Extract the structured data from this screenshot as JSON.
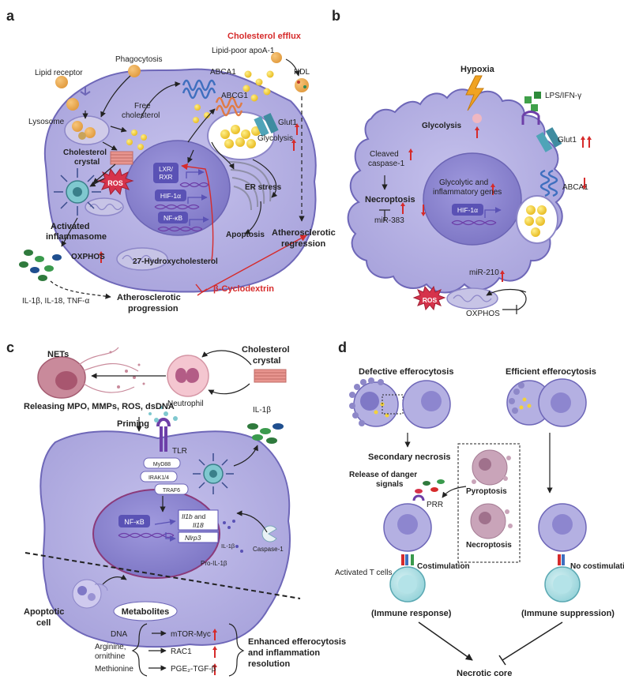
{
  "panel_a": {
    "letter": "a",
    "cholesterol_efflux": "Cholesterol efflux",
    "lipid_poor_apoa1": "Lipid-poor apoA-1",
    "hdl": "HDL",
    "phagocytosis": "Phagocytosis",
    "lipid_receptor": "Lipid receptor",
    "lysosome": "Lysosome",
    "free_cholesterol_1": "Free",
    "free_cholesterol_2": "cholesterol",
    "abca1": "ABCA1",
    "abcg1": "ABCG1",
    "glut1": "Glut1",
    "glycolysis": "Glycolysis",
    "cholesterol_crystal_1": "Cholesterol",
    "cholesterol_crystal_2": "crystal",
    "lxr_rxr_1": "LXR/",
    "lxr_rxr_2": "RXR",
    "hif1a": "HIF-1α",
    "nfkb": "NF-κB",
    "ros": "ROS",
    "er_stress": "ER stress",
    "apoptosis": "Apoptosis",
    "activated_inflammasome_1": "Activated",
    "activated_inflammasome_2": "inflammasome",
    "oxphos": "OXPHOS",
    "hydroxycholesterol": "27-Hydroxycholesterol",
    "athero_regression_1": "Atherosclerotic",
    "athero_regression_2": "regression",
    "cyclodextrin": "β-Cyclodextrin",
    "cytokines": "IL-1β, IL-18, TNF-α",
    "athero_progression_1": "Atherosclerotic",
    "athero_progression_2": "progression"
  },
  "panel_b": {
    "letter": "b",
    "hypoxia": "Hypoxia",
    "lps_ifn": "LPS/IFN-γ",
    "glycolysis": "Glycolysis",
    "glut1": "Glut1",
    "cleaved_caspase_1": "Cleaved",
    "cleaved_caspase_2": "caspase-1",
    "glycolytic_genes_1": "Glycolytic and",
    "glycolytic_genes_2": "inflammatory genes",
    "abca1": "ABCA1",
    "necroptosis": "Necroptosis",
    "hif1a": "HIF-1α",
    "mir383": "miR-383",
    "ros": "ROS",
    "mir210": "miR-210",
    "oxphos": "OXPHOS"
  },
  "panel_c": {
    "letter": "c",
    "nets": "NETs",
    "neutrophil": "Neutrophil",
    "cholesterol_crystal_1": "Cholesterol",
    "cholesterol_crystal_2": "crystal",
    "releasing": "Releasing MPO, MMPs, ROS, dsDNA",
    "priming": "Priming",
    "tlr": "TLR",
    "il1b": "IL-1β",
    "myd88": "MyD88",
    "irak": "IRAK1/4",
    "traf6": "TRAF6",
    "nfkb": "NF-κB",
    "il1b_gene": "Il1b",
    "and": " and",
    "il18_gene": "Il18",
    "nlrp3_gene": "Nlrp3",
    "il1b_small": "IL-1β",
    "pro_il1b": "Pro-IL-1β",
    "caspase1": "Caspase-1",
    "apoptotic_cell_1": "Apoptotic",
    "apoptotic_cell_2": "cell",
    "metabolites": "Metabolites",
    "dna": "DNA",
    "mtor": "mTOR-Myc",
    "arginine_1": "Arginine,",
    "arginine_2": "ornithine",
    "rac1": "RAC1",
    "methionine": "Methionine",
    "pge2": "PGE₂-TGF-β",
    "enhanced_1": "Enhanced efferocytosis",
    "enhanced_2": "and inflammation",
    "enhanced_3": "resolution"
  },
  "panel_d": {
    "letter": "d",
    "defective": "Defective efferocytosis",
    "efficient": "Efficient efferocytosis",
    "secondary_necrosis": "Secondary necrosis",
    "release_1": "Release of danger",
    "release_2": "signals",
    "prr": "PRR",
    "pyroptosis": "Pyroptosis",
    "necroptosis": "Necroptosis",
    "activated_t": "Activated T cells",
    "costimulation": "Costimulation",
    "no_costimulation": "No costimulation",
    "immune_response": "(Immune response)",
    "immune_suppression": "(Immune suppression)",
    "necrotic_core": "Necrotic core"
  },
  "colors": {
    "cell_fill": "#b4b0e2",
    "cell_stroke": "#6e67b8",
    "nucleus_fill": "#8d86cf",
    "arrow_red": "#d62b2b",
    "tf_box": "#5a52b5",
    "lipid_yellow": "#f3d23a"
  }
}
